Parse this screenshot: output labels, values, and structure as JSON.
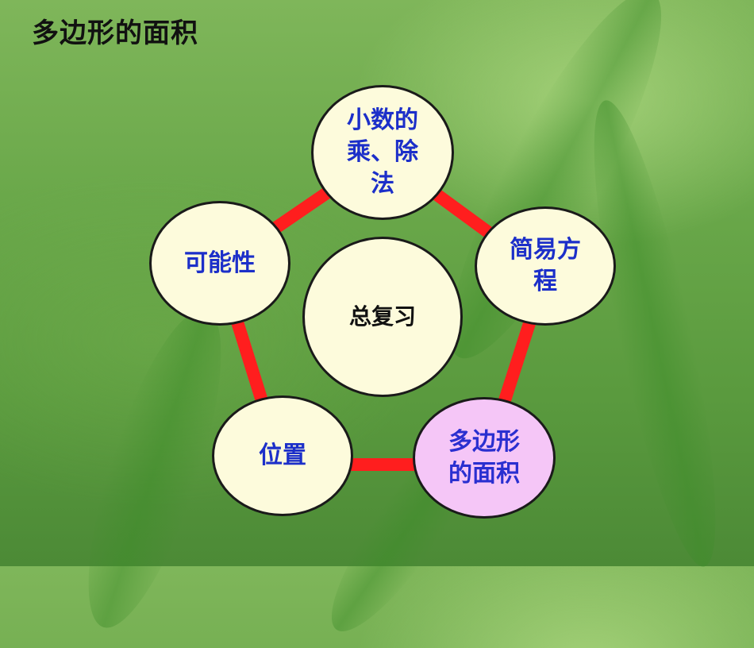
{
  "title": "多边形的面积",
  "center": {
    "label": "总复习"
  },
  "nodes": {
    "decimals": "小数的\n乘、除\n法",
    "equations": "简易方\n程",
    "area": "多边形\n的面积",
    "position": "位置",
    "probability": "可能性"
  },
  "colors": {
    "ring": "#ff1e1e",
    "node_fill": "#fdfbdc",
    "highlight_fill": "#f5c6f7",
    "node_text": "#1c2fc9"
  }
}
